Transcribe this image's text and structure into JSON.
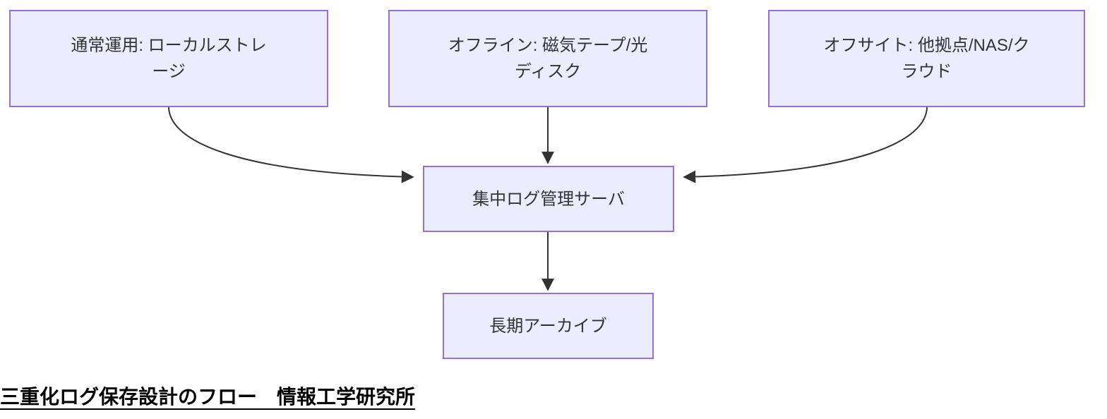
{
  "diagram": {
    "caption": "三重化ログ保存設計のフロー　情報工学研究所",
    "nodes": {
      "normal": {
        "label": "通常運用: ローカルストレージ",
        "lines": [
          "通常運用: ローカルストレ",
          "ージ"
        ]
      },
      "offline": {
        "label": "オフライン: 磁気テープ/光ディスク",
        "lines": [
          "オフライン: 磁気テープ/光",
          "ディスク"
        ]
      },
      "offsite": {
        "label": "オフサイト: 他拠点/NAS/クラウド",
        "lines": [
          "オフサイト: 他拠点/NAS/ク",
          "ラウド"
        ]
      },
      "server": {
        "label": "集中ログ管理サーバ"
      },
      "archive": {
        "label": "長期アーカイブ"
      }
    },
    "edges": [
      {
        "from": "normal",
        "to": "server"
      },
      {
        "from": "offline",
        "to": "server"
      },
      {
        "from": "offsite",
        "to": "server"
      },
      {
        "from": "server",
        "to": "archive"
      }
    ],
    "colors": {
      "node_fill": "#ECECFF",
      "node_border": "#9370DB",
      "edge_stroke": "#333333",
      "node_text": "#333333",
      "caption_text": "#000000",
      "background": "#FFFFFF"
    }
  }
}
